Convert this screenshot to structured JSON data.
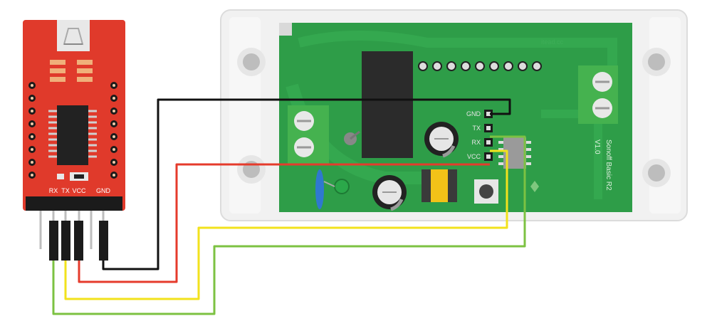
{
  "ftdi": {
    "pins": [
      "RX",
      "TX",
      "VCC",
      "GND"
    ]
  },
  "board": {
    "header_pins": [
      "GND",
      "TX",
      "RX",
      "VCC"
    ],
    "silkscreen": "Sonoff Basic R2",
    "version": "V1.0",
    "logo_text": "itead.cc"
  },
  "colors": {
    "ftdi_board": "#e03a2b",
    "pcb": "#2e9d48",
    "enclosure": "#f0f0f0",
    "wire_gnd": "#111111",
    "wire_vcc": "#e53b2c",
    "wire_tx": "#f2e21c",
    "wire_rx": "#7cc242"
  }
}
